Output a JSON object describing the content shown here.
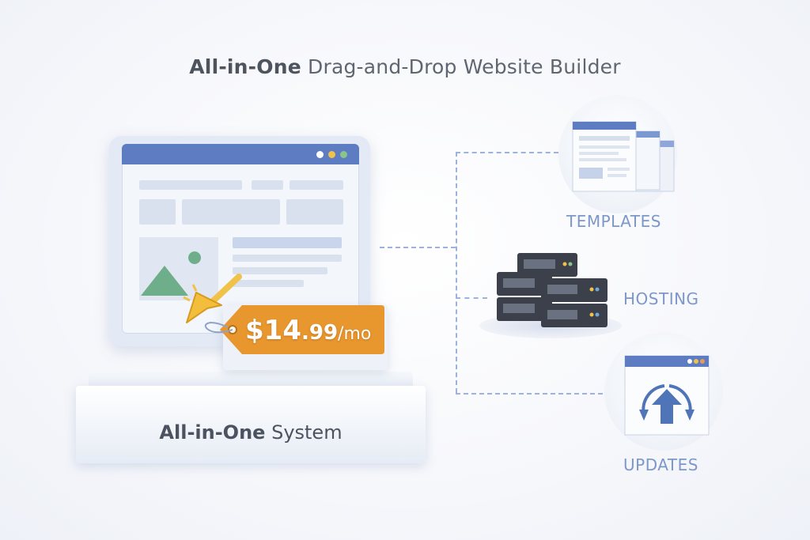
{
  "title": {
    "bold": "All-in-One",
    "rest": " Drag-and-Drop Website Builder"
  },
  "price": {
    "dollars": "$14",
    "cents": ".99",
    "period": "/mo"
  },
  "base": {
    "bold": "All-in-One",
    "rest": " System"
  },
  "features": [
    {
      "label": "TEMPLATES",
      "icon": "templates-icon"
    },
    {
      "label": "HOSTING",
      "icon": "server-icon"
    },
    {
      "label": "UPDATES",
      "icon": "update-arrow-icon"
    }
  ],
  "colors": {
    "accent_blue": "#5d7cc2",
    "label_blue": "#7d97c9",
    "tag_orange": "#e8962e",
    "title_gray": "#5f6670"
  }
}
